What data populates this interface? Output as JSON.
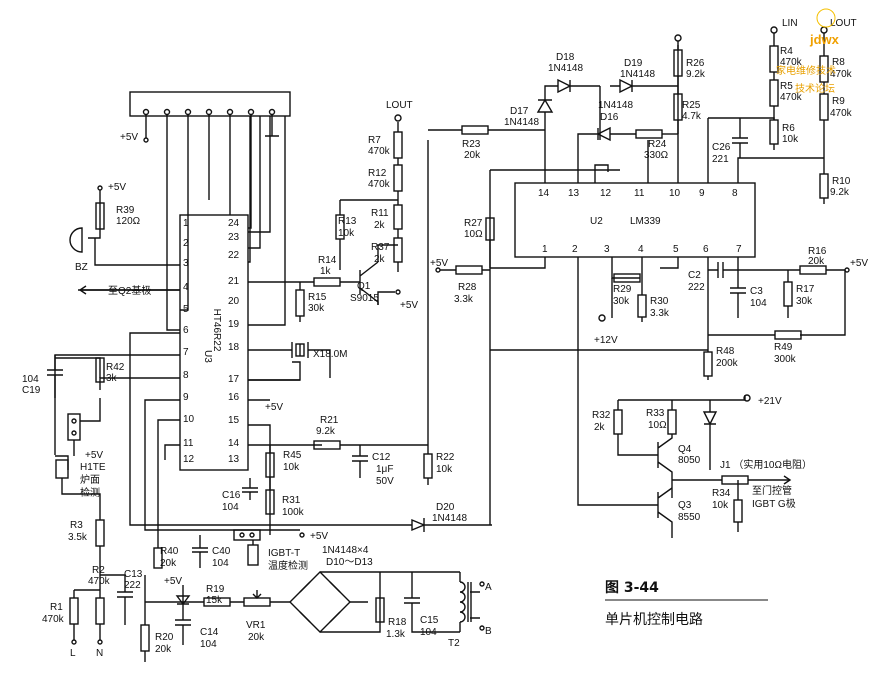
{
  "figure": {
    "number": "图 3-44",
    "caption": "单片机控制电路"
  },
  "watermark": {
    "line1": "jdwx",
    "line2": "家电维修技术",
    "line3": "技术论坛"
  },
  "ic_u3": {
    "name": "HT46R22",
    "ref": "U3",
    "left_pins": [
      "1",
      "2",
      "3",
      "4",
      "5",
      "6",
      "7",
      "8",
      "9",
      "10",
      "11",
      "12"
    ],
    "right_pins": [
      "24",
      "23",
      "22",
      "21",
      "20",
      "19",
      "18",
      "17",
      "16",
      "15",
      "14",
      "13"
    ]
  },
  "ic_u2": {
    "name": "LM339",
    "ref": "U2",
    "top_pins": [
      "14",
      "13",
      "12",
      "11",
      "10",
      "9",
      "8"
    ],
    "bottom_pins": [
      "1",
      "2",
      "3",
      "4",
      "5",
      "6",
      "7"
    ]
  },
  "rails": {
    "plus5v": "+5V",
    "plus12v": "+12V",
    "plus21v": "+21V",
    "lin": "LIN",
    "lout": "LOUT"
  },
  "labels": {
    "bz": "BZ",
    "q2": "至Q2基极",
    "xtal": "X18.0M",
    "h1te_1": "H1TE",
    "h1te_2": "炉面",
    "h1te_3": "检测",
    "igbt_1": "IGBT-T",
    "igbt_2": "温度检测",
    "bridge_1": "1N4148×4",
    "bridge_2": "D10～D13",
    "j1": "J1 （实用10Ω电阻）",
    "gate_1": "至门控管",
    "gate_2": "IGBT G极",
    "l": "L",
    "n": "N",
    "a": "A",
    "b": "B",
    "t2": "T2"
  },
  "components": [
    {
      "ref": "R39",
      "value": "120Ω"
    },
    {
      "ref": "R7",
      "value": "470k"
    },
    {
      "ref": "R12",
      "value": "470k"
    },
    {
      "ref": "R11",
      "value": "2k"
    },
    {
      "ref": "R37",
      "value": "2k"
    },
    {
      "ref": "R13",
      "value": "10k"
    },
    {
      "ref": "R14",
      "value": "1k"
    },
    {
      "ref": "R15",
      "value": "30k"
    },
    {
      "ref": "Q1",
      "value": "S9015"
    },
    {
      "ref": "C19",
      "value": "104"
    },
    {
      "ref": "R42",
      "value": "3k"
    },
    {
      "ref": "R21",
      "value": "9.2k"
    },
    {
      "ref": "R45",
      "value": "10k"
    },
    {
      "ref": "C12",
      "value": "1μF"
    },
    {
      "ref": "R22",
      "value": "10k"
    },
    {
      "ref": "C16",
      "value": "104"
    },
    {
      "ref": "R31",
      "value": "100k"
    },
    {
      "ref": "R3",
      "value": "3.5k"
    },
    {
      "ref": "R2",
      "value": "470k"
    },
    {
      "ref": "C13",
      "value": "222"
    },
    {
      "ref": "R1",
      "value": "470k"
    },
    {
      "ref": "R40",
      "value": "20k"
    },
    {
      "ref": "C40",
      "value": "104"
    },
    {
      "ref": "R19",
      "value": "15k"
    },
    {
      "ref": "VR1",
      "value": "20k"
    },
    {
      "ref": "R20",
      "value": "20k"
    },
    {
      "ref": "C14",
      "value": "104"
    },
    {
      "ref": "R18",
      "value": "1.3k"
    },
    {
      "ref": "C15",
      "value": "104"
    },
    {
      "ref": "D20",
      "value": "1N4148"
    },
    {
      "ref": "D17",
      "value": "1N4148"
    },
    {
      "ref": "D18",
      "value": "1N4148"
    },
    {
      "ref": "D19",
      "value": "1N4148"
    },
    {
      "ref": "D16",
      "value": "1N4148"
    },
    {
      "ref": "R26",
      "value": "9.2k"
    },
    {
      "ref": "R25",
      "value": "4.7k"
    },
    {
      "ref": "R24",
      "value": "330Ω"
    },
    {
      "ref": "R23",
      "value": "20k"
    },
    {
      "ref": "R27",
      "value": "10Ω"
    },
    {
      "ref": "R28",
      "value": "3.3k"
    },
    {
      "ref": "R4",
      "value": "470k"
    },
    {
      "ref": "R5",
      "value": "470k"
    },
    {
      "ref": "R6",
      "value": "10k"
    },
    {
      "ref": "R8",
      "value": "470k"
    },
    {
      "ref": "R9",
      "value": "470k"
    },
    {
      "ref": "R10",
      "value": "9.2k"
    },
    {
      "ref": "C26",
      "value": "221"
    },
    {
      "ref": "R16",
      "value": "20k"
    },
    {
      "ref": "C2",
      "value": "222"
    },
    {
      "ref": "C3",
      "value": "104"
    },
    {
      "ref": "R17",
      "value": "30k"
    },
    {
      "ref": "R29",
      "value": "30k"
    },
    {
      "ref": "R30",
      "value": "3.3k"
    },
    {
      "ref": "R48",
      "value": "200k"
    },
    {
      "ref": "R49",
      "value": "300k"
    },
    {
      "ref": "R32",
      "value": "2k"
    },
    {
      "ref": "R33",
      "value": "10Ω"
    },
    {
      "ref": "Q4",
      "value": "8050"
    },
    {
      "ref": "Q3",
      "value": "8550"
    },
    {
      "ref": "R34",
      "value": "10k"
    }
  ]
}
